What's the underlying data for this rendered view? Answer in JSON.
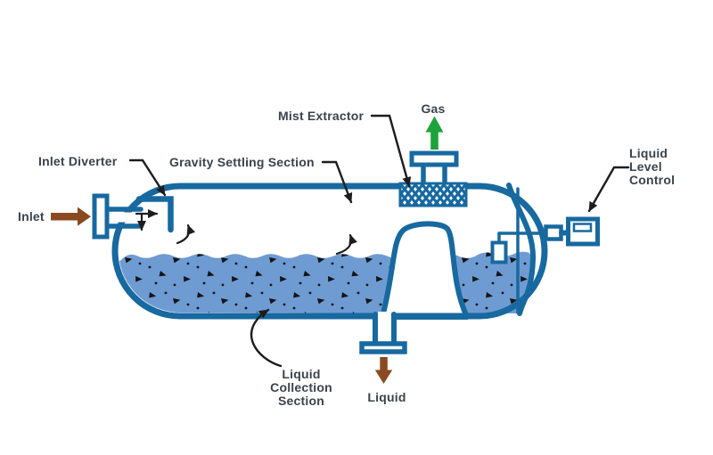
{
  "colors": {
    "vessel_outline": "#17699f",
    "liquid_fill": "#6f9bd3",
    "label_text": "#3a434d",
    "leader": "#1d1d1d",
    "flow_brown": "#8a4a21",
    "gas_green": "#1ea33c",
    "droplet_black": "#151515",
    "background": "#ffffff"
  },
  "labels": {
    "inlet": "Inlet",
    "inlet_diverter": "Inlet Diverter",
    "gravity_settling_section": "Gravity Settling Section",
    "mist_extractor": "Mist Extractor",
    "gas": "Gas",
    "liquid_outlet": "Liquid",
    "liquid_level_control": {
      "line1": "Liquid",
      "line2": "Level",
      "line3": "Control"
    },
    "liquid_collection_section": {
      "line1": "Liquid",
      "line2": "Collection",
      "line3": "Section"
    }
  }
}
